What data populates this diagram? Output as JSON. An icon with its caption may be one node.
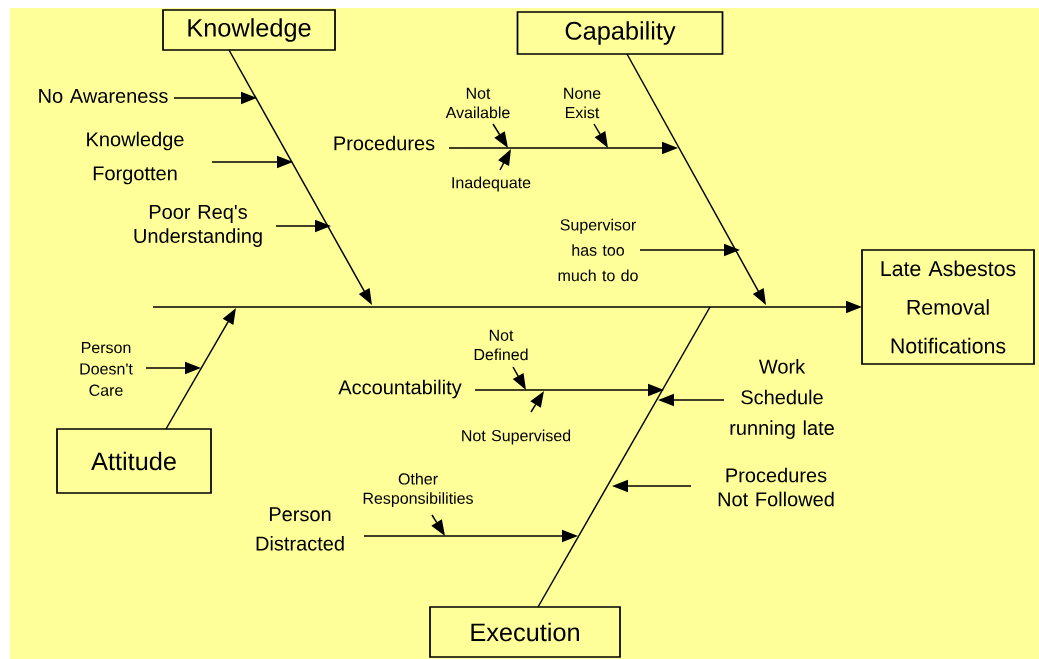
{
  "diagram": {
    "nodes": [
      {
        "text": [
          "Knowledge"
        ]
      },
      {
        "text": [
          "Capability"
        ]
      },
      {
        "text": [
          "Late Asbestos Removal Notifications"
        ]
      },
      {
        "text": [
          "Attitude"
        ]
      },
      {
        "text": [
          "Execution"
        ]
      },
      {
        "text": [
          "No Awareness"
        ]
      },
      {
        "text": [
          "Knowledge Forgotten"
        ]
      },
      {
        "text": [
          "Poor Req's Understanding"
        ]
      },
      {
        "text": [
          "Procedures"
        ]
      },
      {
        "text": [
          "Not Available"
        ]
      },
      {
        "text": [
          "None Exist"
        ]
      },
      {
        "text": [
          "Inadequate"
        ]
      },
      {
        "text": [
          "Supervisor has too much to do"
        ]
      },
      {
        "text": [
          "Person Doesn't Care"
        ]
      },
      {
        "text": [
          "Accountability"
        ]
      },
      {
        "text": [
          "Not Defined"
        ]
      },
      {
        "text": [
          "Not Supervised"
        ]
      },
      {
        "text": [
          "Work Schedule running late"
        ]
      },
      {
        "text": [
          "Procedures Not Followed"
        ]
      },
      {
        "text": [
          "Other Responsibilities"
        ]
      },
      {
        "text": [
          "Person Distracted"
        ]
      }
    ],
    "edges": [
      {
        "from": null,
        "to": 2,
        "arrow": "to"
      },
      {
        "from": 0,
        "to": null,
        "arrow": "to"
      },
      {
        "from": 1,
        "to": null,
        "arrow": "to"
      },
      {
        "from": 3,
        "to": null,
        "arrow": "to"
      },
      {
        "from": 4,
        "to": null,
        "arrow": "none"
      },
      {
        "from": 5,
        "to": null,
        "arrow": "to"
      },
      {
        "from": 6,
        "to": null,
        "arrow": "to"
      },
      {
        "from": 7,
        "to": null,
        "arrow": "to"
      },
      {
        "from": 8,
        "to": null,
        "arrow": "to"
      },
      {
        "from": 9,
        "to": null,
        "arrow": "to"
      },
      {
        "from": 10,
        "to": null,
        "arrow": "to"
      },
      {
        "from": 11,
        "to": null,
        "arrow": "to"
      },
      {
        "from": 12,
        "to": null,
        "arrow": "to"
      },
      {
        "from": 13,
        "to": null,
        "arrow": "to"
      },
      {
        "from": 14,
        "to": null,
        "arrow": "to"
      },
      {
        "from": 15,
        "to": null,
        "arrow": "to"
      },
      {
        "from": 16,
        "to": null,
        "arrow": "to"
      },
      {
        "from": 17,
        "to": null,
        "arrow": "to"
      },
      {
        "from": 18,
        "to": null,
        "arrow": "to"
      },
      {
        "from": 19,
        "to": null,
        "arrow": "to"
      },
      {
        "from": 20,
        "to": null,
        "arrow": "to"
      }
    ]
  }
}
